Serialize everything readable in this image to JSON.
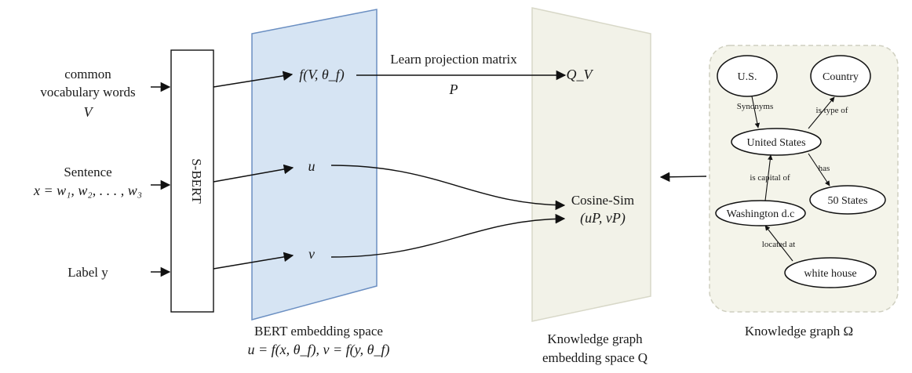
{
  "inputs": {
    "vocab_line1": "common",
    "vocab_line2": "vocabulary words",
    "vocab_var": "V",
    "sentence_line1": "Sentence",
    "sentence_line2": "x = w₁, w₂, . . . , w₃",
    "label": "Label  y"
  },
  "encoder": {
    "label": "S-BERT"
  },
  "bert_space": {
    "f_label": "f(V, θ_f)",
    "u_label": "u",
    "v_label": "v",
    "caption_line1": "BERT embedding space",
    "caption_line2": "u = f(x, θ_f), v = f(y, θ_f)"
  },
  "projection": {
    "label": "Learn projection matrix",
    "matrix": "P"
  },
  "kg_space": {
    "qv_label": "Q_V",
    "cos_line1": "Cosine-Sim",
    "cos_line2": "(uP, vP)",
    "caption_line1": "Knowledge graph",
    "caption_line2": "embedding space Q"
  },
  "knowledge_graph": {
    "caption": "Knowledge graph  Ω",
    "nodes": {
      "us": "U.S.",
      "country": "Country",
      "united_states": "United States",
      "fifty_states": "50 States",
      "washington": "Washington d.c",
      "white_house": "white house"
    },
    "edges": {
      "synonyms": "Synonyms",
      "is_type_of": "is type of",
      "has": "has",
      "is_capital_of": "is capital of",
      "located_at": "located at"
    }
  },
  "colors": {
    "bert_fill": "#d6e4f3",
    "bert_stroke": "#6b8fc2",
    "kg_space_fill": "#f2f2e8",
    "kg_space_stroke": "#d8d8c8",
    "kg_box_fill": "#f4f4ea",
    "kg_box_stroke": "#cfcfc0"
  }
}
